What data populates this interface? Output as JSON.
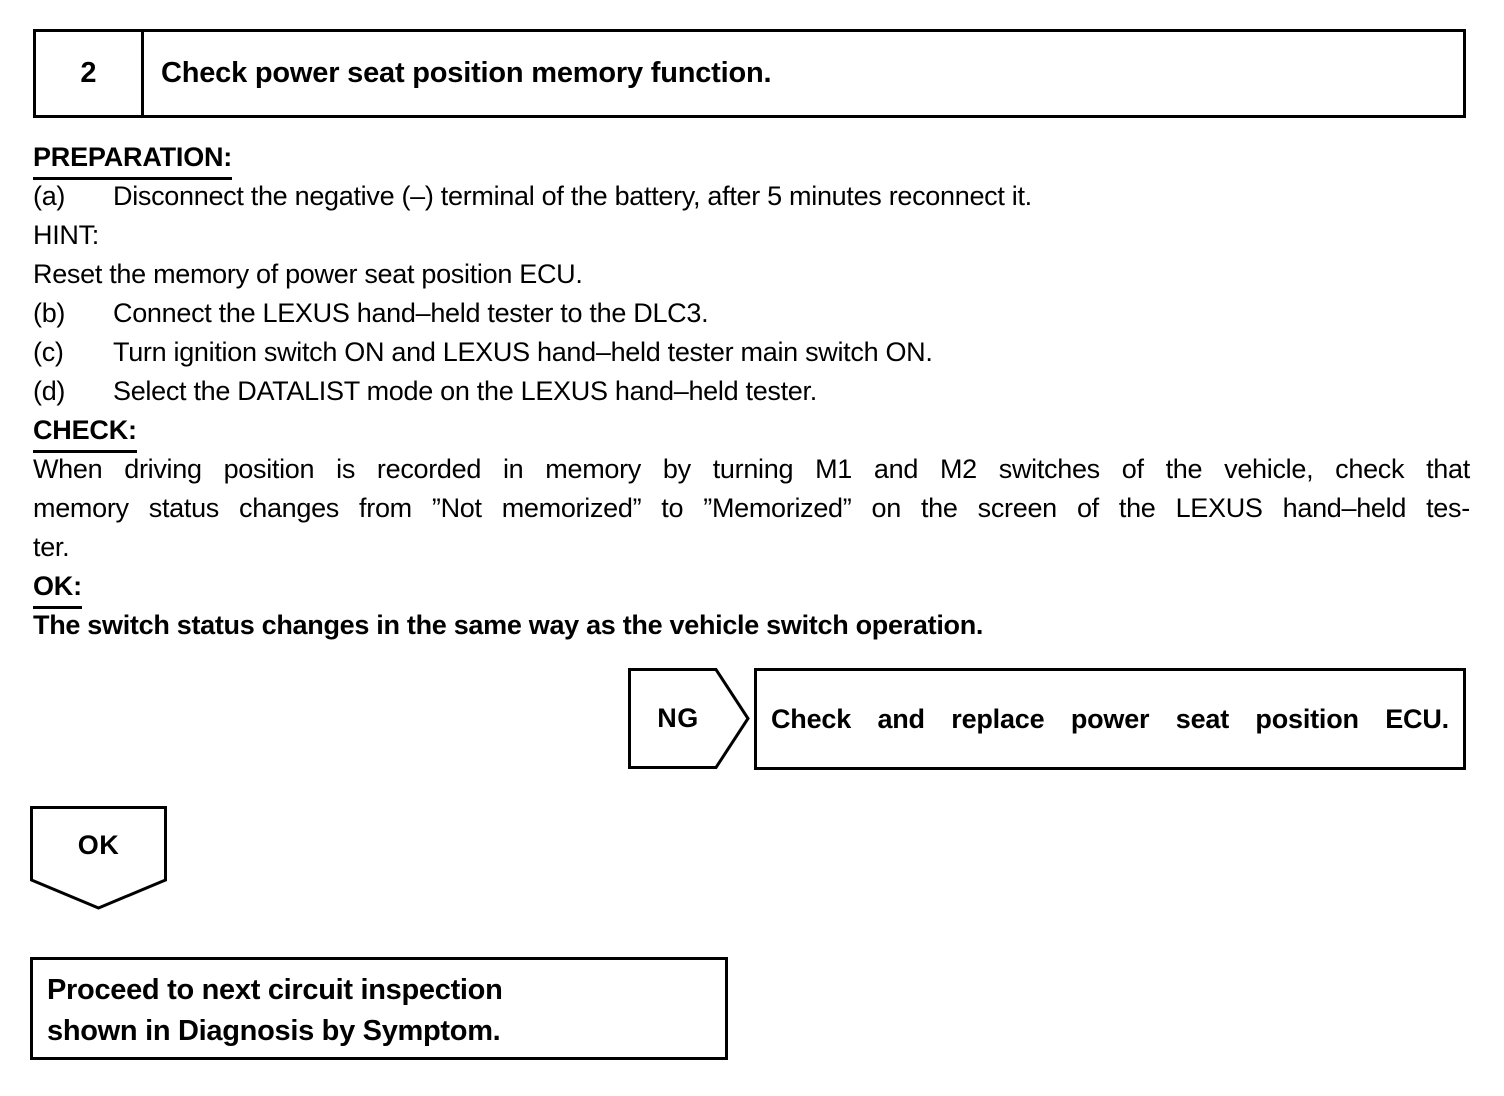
{
  "step": {
    "number": "2",
    "title": "Check power seat position memory function."
  },
  "preparation": {
    "heading": "PREPARATION:",
    "items": [
      {
        "label": "(a)",
        "text": "Disconnect the negative (–) terminal of the battery, after 5 minutes reconnect it."
      }
    ],
    "hint_label": "HINT:",
    "hint_text": "Reset the memory of power seat position ECU.",
    "items2": [
      {
        "label": "(b)",
        "text": "Connect the LEXUS hand–held tester to the DLC3."
      },
      {
        "label": "(c)",
        "text": "Turn ignition switch ON and LEXUS hand–held tester main switch ON."
      },
      {
        "label": "(d)",
        "text": "Select the DATALIST mode on the LEXUS hand–held tester."
      }
    ]
  },
  "check": {
    "heading": "CHECK:",
    "line1": "When driving position is recorded in memory by turning M1 and M2 switches of the vehicle, check that",
    "line2": "memory status changes from ”Not memorized” to ”Memorized” on the screen of the LEXUS hand–held tes-",
    "line3": "ter."
  },
  "ok_result": {
    "heading": "OK:",
    "text": "The switch status changes in the same way as the vehicle switch operation."
  },
  "branches": {
    "ng": {
      "label": "NG",
      "result": "Check and replace power seat position ECU."
    },
    "ok": {
      "label": "OK"
    }
  },
  "final_box": {
    "line1": "Proceed to next circuit inspection",
    "line2": "shown in Diagnosis by Symptom."
  },
  "colors": {
    "ink": "#000000",
    "page": "#ffffff"
  }
}
